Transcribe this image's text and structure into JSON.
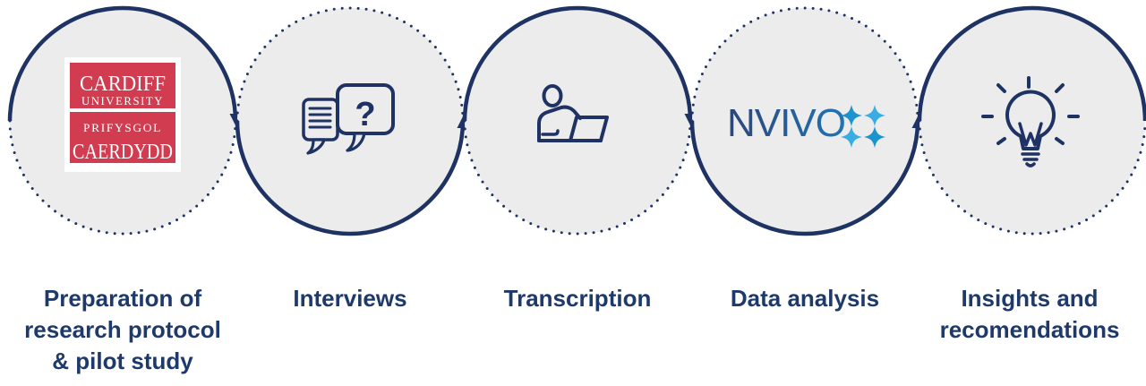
{
  "colors": {
    "navy": "#1e3263",
    "navy_text": "#1e3a6b",
    "circle_fill": "#ececec",
    "white": "#ffffff",
    "cardiff_red": "#d13c50",
    "nvivo_blue_dark": "#2c4677",
    "nvivo_blue": "#2273b5",
    "diamond_dark": "#1b93cf",
    "diamond_light": "#38ade3"
  },
  "steps": [
    {
      "name": "preparation",
      "icon": "cardiff-university-logo",
      "label_lines": [
        "Preparation of",
        "research protocol",
        "& pilot study"
      ]
    },
    {
      "name": "interviews",
      "icon": "speech-bubbles-question-icon",
      "label_lines": [
        "Interviews"
      ]
    },
    {
      "name": "transcription",
      "icon": "person-typing-laptop-icon",
      "label_lines": [
        "Transcription"
      ]
    },
    {
      "name": "data-analysis",
      "icon": "nvivo-logo",
      "label_lines": [
        "Data analysis"
      ]
    },
    {
      "name": "insights",
      "icon": "lightbulb-idea-icon",
      "label_lines": [
        "Insights and",
        "recomendations"
      ]
    }
  ],
  "cardiff_logo": {
    "line1": "CARDIFF",
    "line2": "UNIVERSITY",
    "line3": "PRIFYSGOL",
    "line4": "CAERDYDD"
  },
  "nvivo_logo": {
    "wordmark": "NVIVO"
  },
  "interview_icon": {
    "question_mark": "?"
  }
}
